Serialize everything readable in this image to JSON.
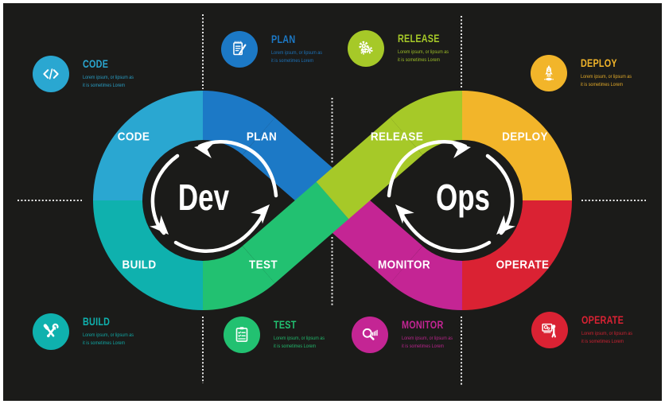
{
  "canvas": {
    "background_color": "#1b1b19",
    "frame_color": "#ffffff",
    "divider_color": "#ffffff"
  },
  "loops": {
    "dev": {
      "label": "Dev"
    },
    "ops": {
      "label": "Ops"
    }
  },
  "segments": [
    {
      "id": "code",
      "label": "CODE",
      "color": "#2AA7D1"
    },
    {
      "id": "plan",
      "label": "PLAN",
      "color": "#1C79C6"
    },
    {
      "id": "build",
      "label": "BUILD",
      "color": "#0FB1AE"
    },
    {
      "id": "test",
      "label": "TEST",
      "color": "#22C171"
    },
    {
      "id": "release",
      "label": "RELEASE",
      "color": "#A6C928"
    },
    {
      "id": "deploy",
      "label": "DEPLOY",
      "color": "#F2B52A"
    },
    {
      "id": "monitor",
      "label": "MONITOR",
      "color": "#C42594"
    },
    {
      "id": "operate",
      "label": "OPERATE",
      "color": "#DA2233"
    }
  ],
  "callouts": [
    {
      "id": "code",
      "title": "CODE",
      "icon": "code-icon",
      "color": "#2AA7D1",
      "description": "Lorem ipsum, or lipsum as\nit is sometimes Lorem"
    },
    {
      "id": "plan",
      "title": "PLAN",
      "icon": "plan-icon",
      "color": "#1C79C6",
      "description": "Lorem ipsum, or lipsum as\nit is sometimes Lorem"
    },
    {
      "id": "release",
      "title": "RELEASE",
      "icon": "gears-icon",
      "color": "#A6C928",
      "description": "Lorem ipsum, or lipsum as\nit is sometimes Lorem"
    },
    {
      "id": "deploy",
      "title": "DEPLOY",
      "icon": "rocket-icon",
      "color": "#F2B52A",
      "description": "Lorem ipsum, or lipsum as\nit is sometimes Lorem"
    },
    {
      "id": "build",
      "title": "BUILD",
      "icon": "tools-icon",
      "color": "#0FB1AE",
      "description": "Lorem ipsum, or lipsum as\nit is sometimes Lorem"
    },
    {
      "id": "test",
      "title": "TEST",
      "icon": "checklist-icon",
      "color": "#22C171",
      "description": "Lorem ipsum, or lipsum as\nit is sometimes Lorem"
    },
    {
      "id": "monitor",
      "title": "MONITOR",
      "icon": "magnifier-chart-icon",
      "color": "#C42594",
      "description": "Lorem ipsum, or lipsum as\nit is sometimes Lorem"
    },
    {
      "id": "operate",
      "title": "OPERATE",
      "icon": "presenter-icon",
      "color": "#DA2233",
      "description": "Lorem ipsum, or lipsum as\nit is sometimes Lorem"
    }
  ]
}
